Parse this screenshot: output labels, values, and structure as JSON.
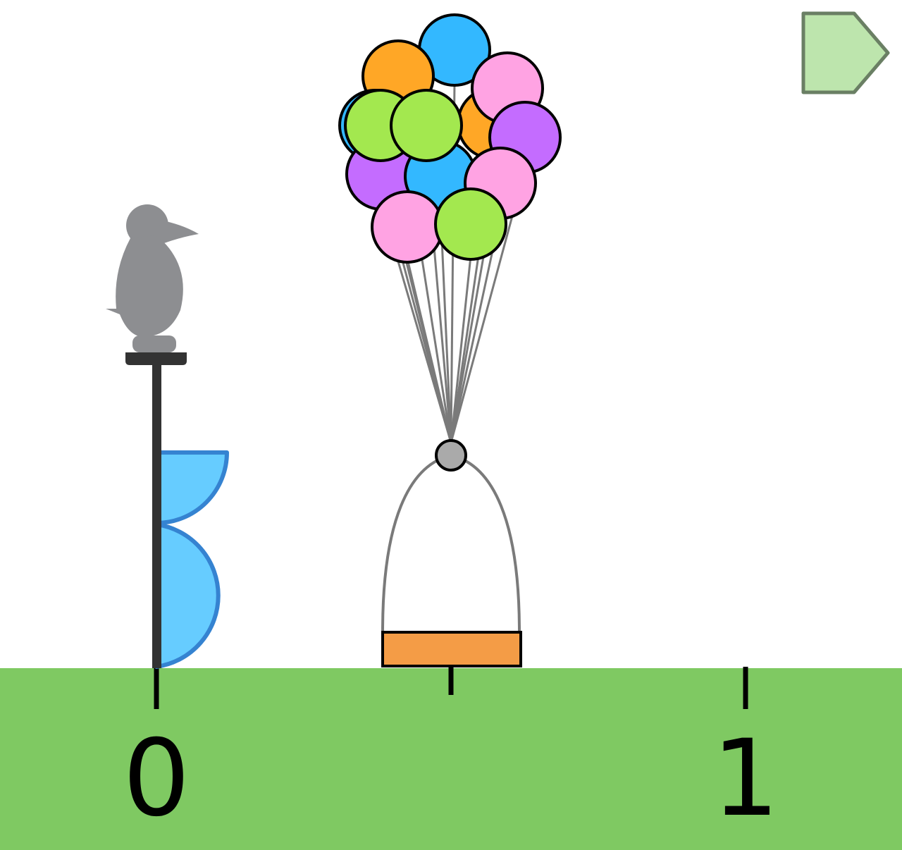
{
  "number_line": {
    "ticks": [
      {
        "label": "0",
        "value": 0
      },
      {
        "label": "",
        "value": 0.5
      },
      {
        "label": "1",
        "value": 1
      }
    ]
  },
  "balloon_basket": {
    "position": 0.5
  },
  "bird_post": {
    "position": 0
  },
  "balloons": [
    {
      "color": "#33b8ff"
    },
    {
      "color": "#ffa726"
    },
    {
      "color": "#33b8ff"
    },
    {
      "color": "#c46cff"
    },
    {
      "color": "#a3e84f"
    },
    {
      "color": "#ffa726"
    },
    {
      "color": "#ffa3e3"
    },
    {
      "color": "#c46cff"
    },
    {
      "color": "#33b8ff"
    },
    {
      "color": "#a3e84f"
    },
    {
      "color": "#ffa3e3"
    },
    {
      "color": "#ffa3e3"
    },
    {
      "color": "#a3e84f"
    }
  ],
  "colors": {
    "ground": "#7fc962",
    "basket": "#f49c46",
    "post": "#333333",
    "bird": "#8d8e91",
    "sandbag": "#66ccff",
    "sandbag_outline": "#3583d1",
    "next_button": "#bde5ad",
    "next_button_outline": "#6a7f64"
  },
  "controls": {
    "next_icon": "next-arrow-icon"
  }
}
